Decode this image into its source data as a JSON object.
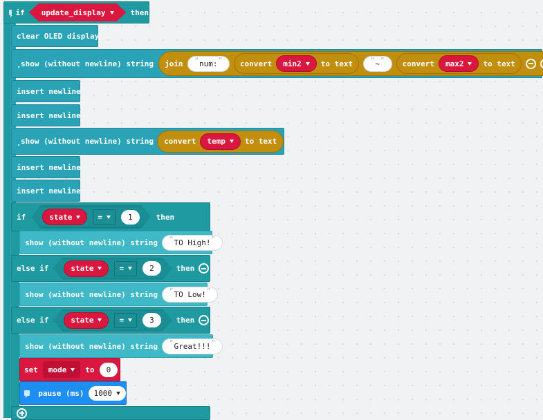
{
  "blocks": {
    "if_main": {
      "if": "if",
      "var": "update_display",
      "then": "then"
    },
    "clear": "clear OLED display",
    "show1": {
      "label": "show (without newline) string",
      "join": "join",
      "str1": "num:",
      "convert1": {
        "label": "convert",
        "var": "min2",
        "to_text": "to text"
      },
      "str2": "~",
      "convert2": {
        "label": "convert",
        "var": "max2",
        "to_text": "to text"
      }
    },
    "newline": "insert newline",
    "show2": {
      "label": "show (without newline) string",
      "convert": "convert",
      "var": "temp",
      "to_text": "to text"
    },
    "if_state": {
      "if": "if",
      "var": "state",
      "op": "=",
      "value": "1",
      "then": "then"
    },
    "show_high": {
      "label": "show (without newline) string",
      "str": "TO High!"
    },
    "elseif1": {
      "label": "else if",
      "var": "state",
      "op": "=",
      "value": "2",
      "then": "then"
    },
    "show_low": {
      "label": "show (without newline) string",
      "str": "TO Low!"
    },
    "elseif2": {
      "label": "else if",
      "var": "state",
      "op": "=",
      "value": "3",
      "then": "then"
    },
    "show_great": {
      "label": "show (without newline) string",
      "str": "Great!!!"
    },
    "set_mode": {
      "set": "set",
      "var": "mode",
      "to": "to",
      "value": "0"
    },
    "pause": {
      "label": "pause (ms)",
      "value": "1000"
    }
  },
  "colors": {
    "teal": "#2ba3b6",
    "logic": "#1f9aa0",
    "variable": "#d9173f",
    "text": "#c28e0e",
    "basic": "#1e8ff2"
  }
}
